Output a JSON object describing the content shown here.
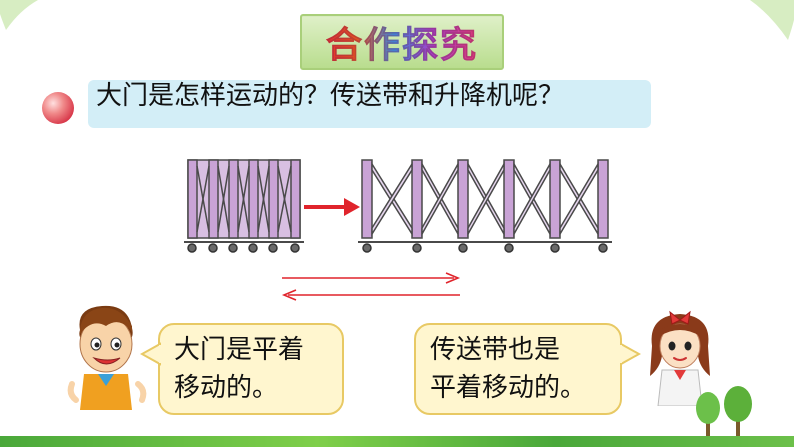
{
  "slide": {
    "title": "合作探究",
    "question": "大门是怎样运动的？传送带和升降机呢？",
    "bubble_left": [
      "大门是平着",
      "移动的。"
    ],
    "bubble_right": [
      "传送带也是",
      "平着移动的。"
    ]
  },
  "colors": {
    "gate_fill": "#c9a3d6",
    "gate_stroke": "#4a4a4a",
    "arrow_red": "#e0242c",
    "question_bg": "#d3eef7",
    "bubble_bg": "#fff6cf",
    "title_bg": "#c7e6a0"
  },
  "icons": {
    "bullet": "red-ball-icon",
    "boy": "boy-character-icon",
    "girl": "girl-character-icon",
    "trees": "trees-icon"
  }
}
